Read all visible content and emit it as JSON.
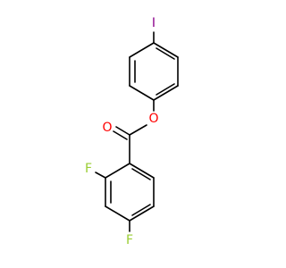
{
  "molecule": {
    "atoms": [
      {
        "id": "I1",
        "label": "I",
        "color": "#8B008B"
      },
      {
        "id": "O_ester",
        "label": "O",
        "color": "#FF0000"
      },
      {
        "id": "O_carbonyl",
        "label": "O",
        "color": "#FF0000"
      },
      {
        "id": "F1",
        "label": "F",
        "color": "#9ACD32"
      },
      {
        "id": "F2",
        "label": "F",
        "color": "#9ACD32"
      }
    ]
  }
}
